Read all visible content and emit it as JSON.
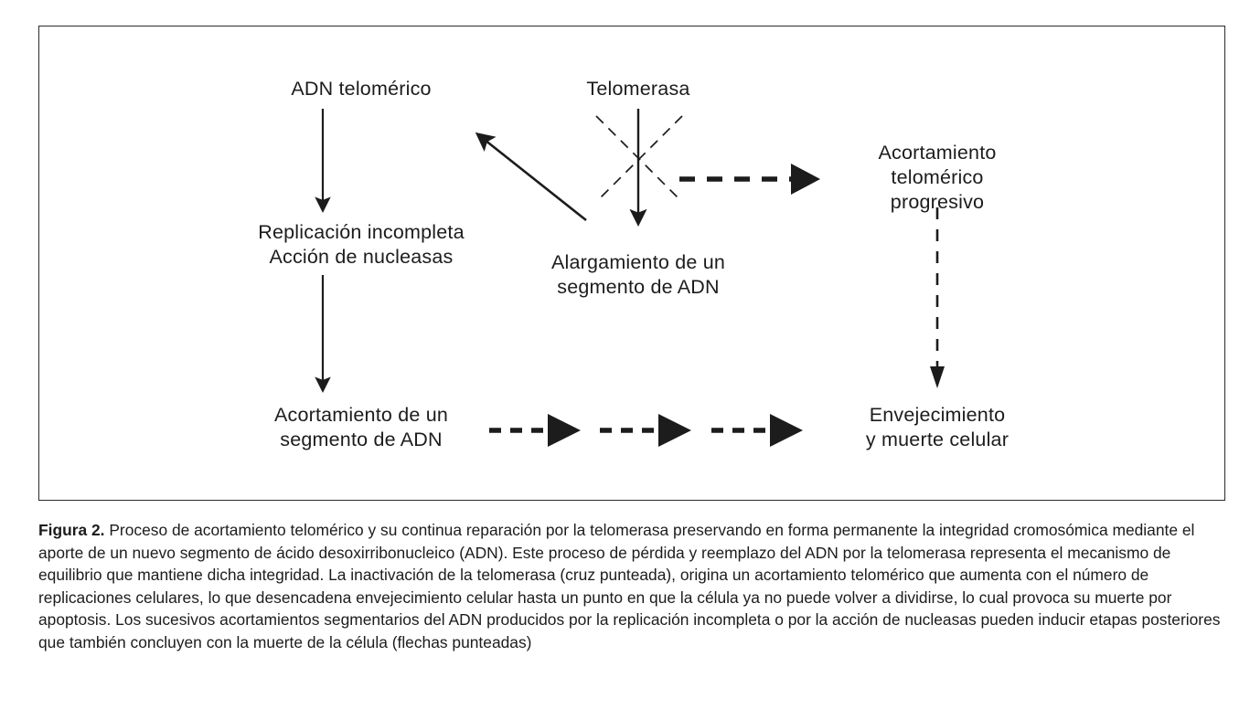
{
  "figure": {
    "nodes": {
      "adn_telomerico": "ADN telomérico",
      "replicacion_incompleta": "Replicación incompleta\nAcción de nucleasas",
      "acortamiento_segmento": "Acortamiento de un\nsegmento de ADN",
      "telomerasa": "Telomerasa",
      "alargamiento_segmento": "Alargamiento de un\nsegmento de ADN",
      "acortamiento_progresivo": "Acortamiento\ntelomérico\nprogresivo",
      "envejecimiento_muerte": "Envejecimiento\ny muerte celular"
    },
    "colors": {
      "stroke": "#1c1c1c",
      "border": "#2b2b2b",
      "background": "#ffffff",
      "text": "#1c1c1c"
    }
  },
  "caption": {
    "label": "Figura 2.",
    "text": " Proceso de acortamiento telomérico y su continua reparación por la telomerasa preservando en forma permanente la integridad cromosómica mediante el aporte de un nuevo segmento de ácido desoxirribonucleico (ADN). Este proceso de pérdida y reemplazo del ADN por la telomerasa representa el mecanismo de equilibrio que mantiene dicha integridad. La inactivación de la telomerasa (cruz punteada), origina un acortamiento telomérico que aumenta con el número de replicaciones celulares, lo que desencadena envejecimiento celular hasta un punto en que la célula ya no puede volver a dividirse, lo cual provoca su muerte por apoptosis. Los sucesivos acortamientos segmentarios del ADN producidos por la replicación incompleta o por la acción de nucleasas pueden inducir etapas posteriores que también concluyen con la muerte de la célula (flechas punteadas)"
  }
}
